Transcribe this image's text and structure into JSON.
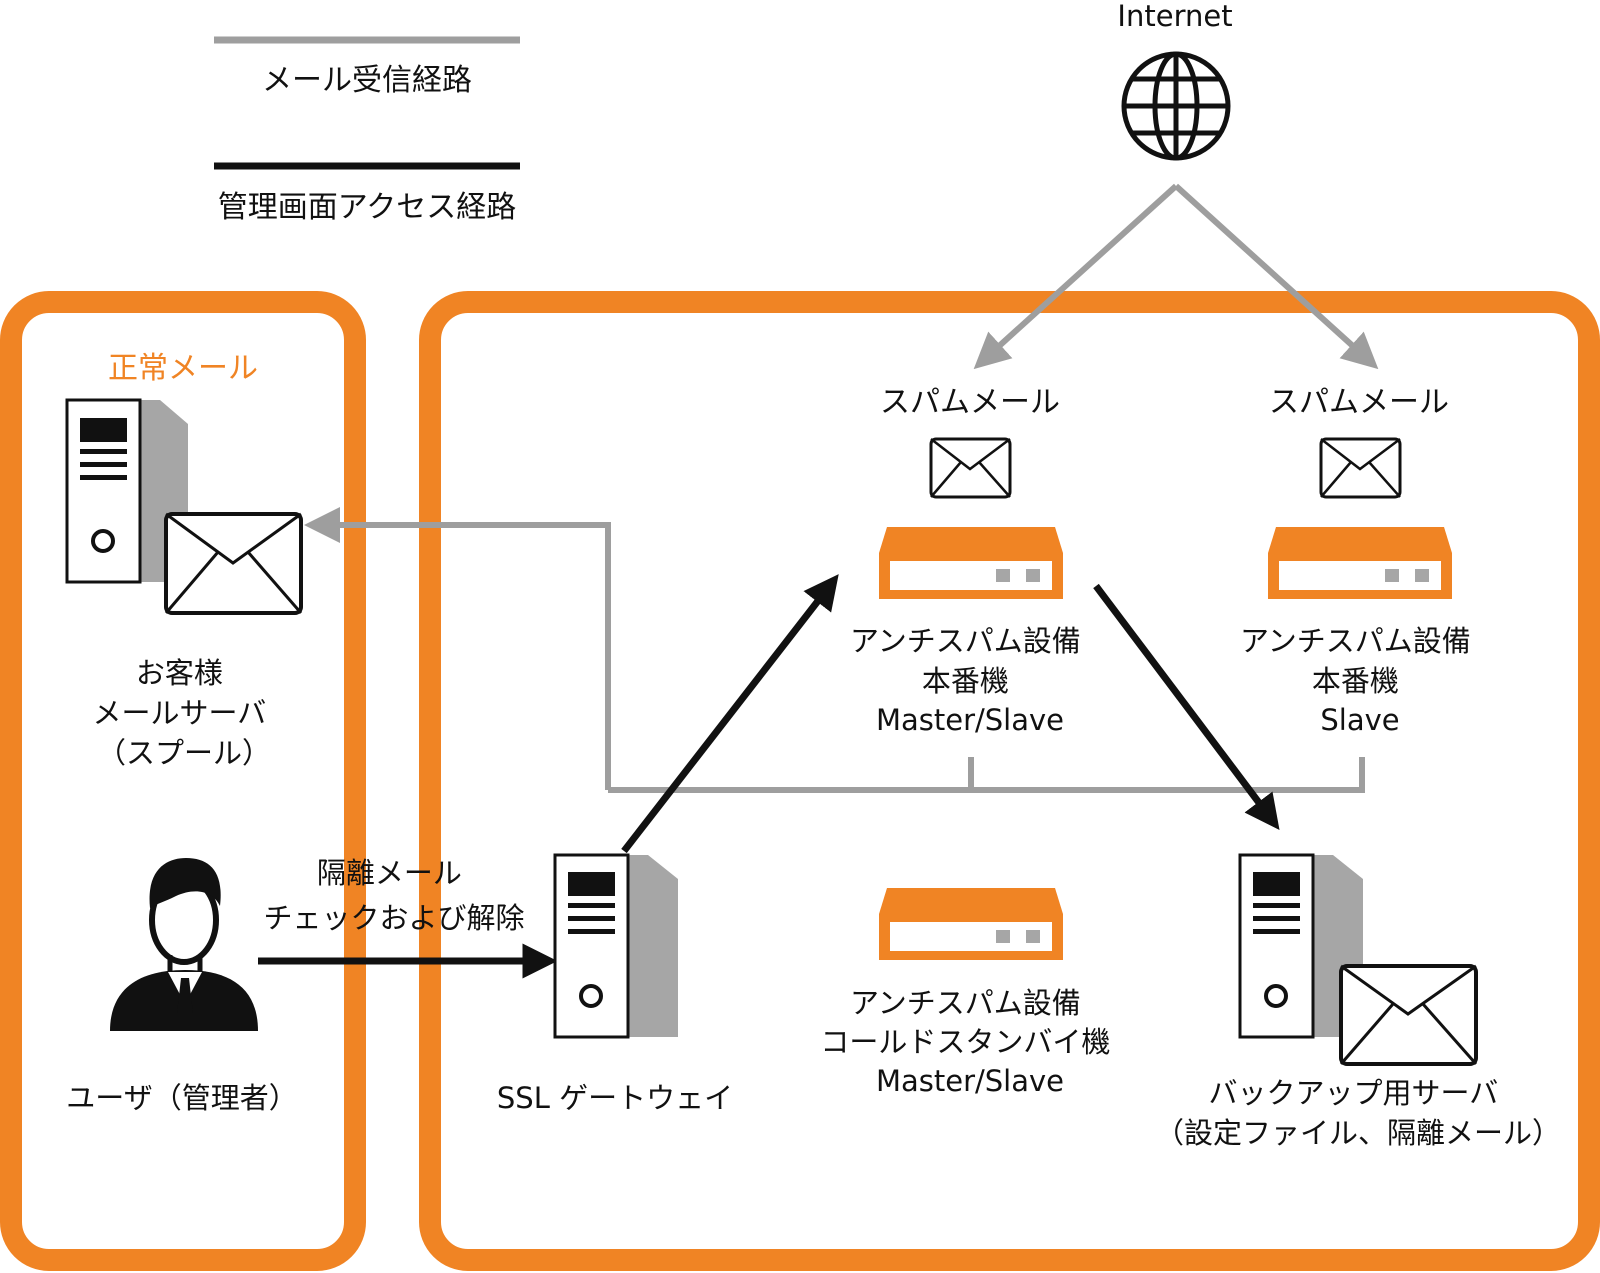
{
  "legend": {
    "mail_route": "メール受信経路",
    "admin_route": "管理画面アクセス経路"
  },
  "internet": {
    "label": "Internet"
  },
  "customer_zone": {
    "title": "正常メール",
    "server_label": [
      "お客様",
      "メールサーバ",
      "（スプール）"
    ],
    "user_label": "ユーザ（管理者）",
    "access_label": [
      "隔離メール",
      "チェックおよび解除"
    ]
  },
  "datacenter": {
    "spam_left": "スパムメール",
    "spam_right": "スパムメール",
    "appliance_master": [
      "アンチスパム設備",
      "本番機",
      "Master/Slave"
    ],
    "appliance_slave": [
      "アンチスパム設備",
      "本番機",
      "Slave"
    ],
    "appliance_standby": [
      "アンチスパム設備",
      "コールドスタンバイ機",
      "Master/Slave"
    ],
    "gateway_label": "SSL ゲートウェイ",
    "backup_label": [
      "バックアップ用サーバ",
      "（設定ファイル、隔離メール）"
    ]
  },
  "colors": {
    "orange": "#F08424",
    "gray_route": "#9E9E9E",
    "black_route": "#111111",
    "server_side": "#A6A6A6"
  }
}
